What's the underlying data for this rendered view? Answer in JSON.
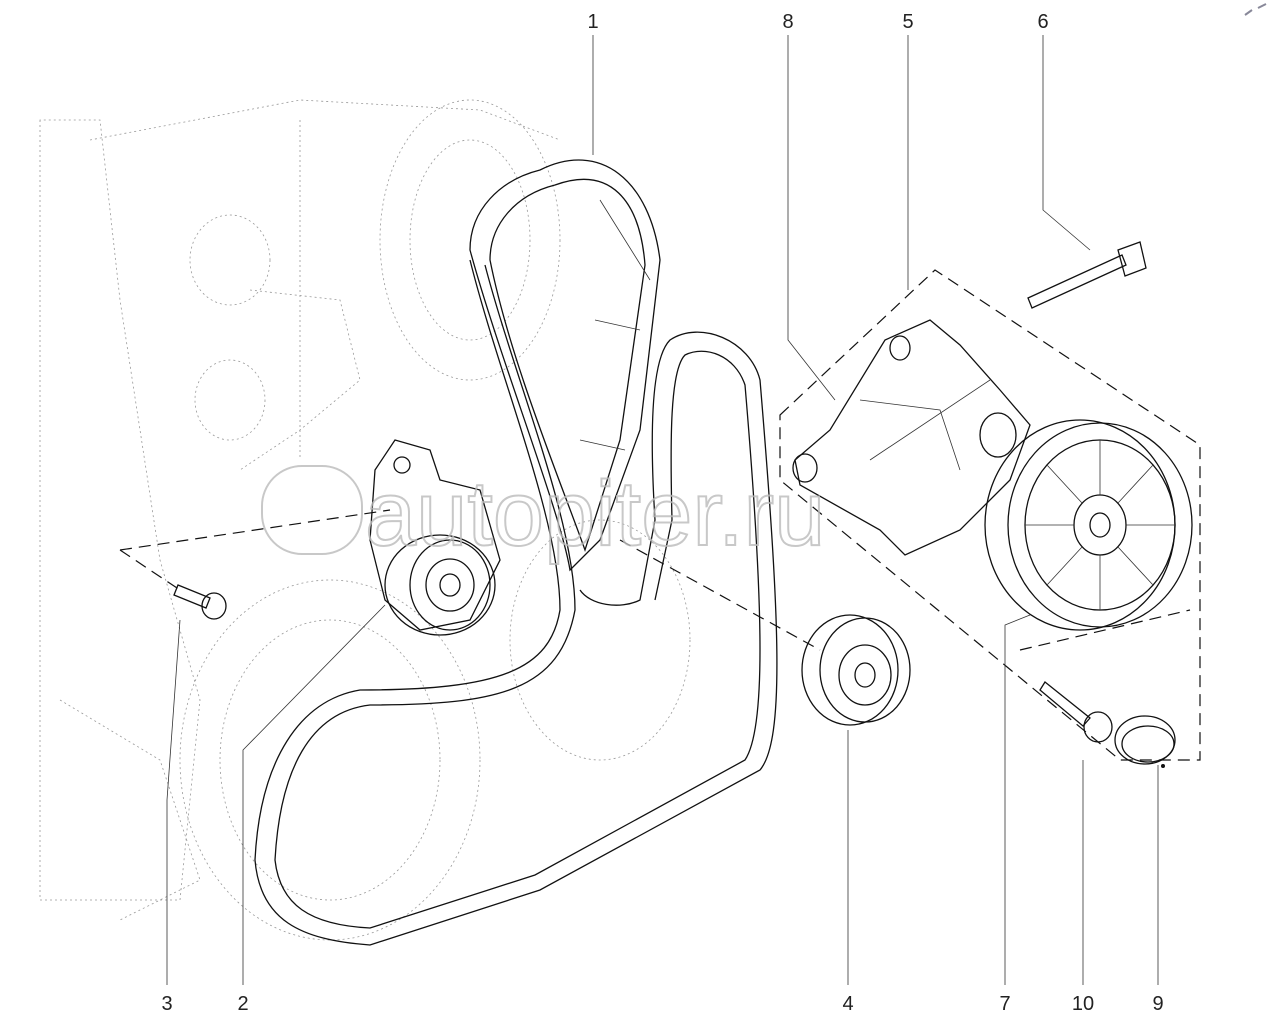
{
  "diagram": {
    "title": "Accessory drive belt assembly",
    "callouts": [
      {
        "id": "1",
        "label": "1"
      },
      {
        "id": "8",
        "label": "8"
      },
      {
        "id": "5",
        "label": "5"
      },
      {
        "id": "6",
        "label": "6"
      },
      {
        "id": "3",
        "label": "3"
      },
      {
        "id": "2",
        "label": "2"
      },
      {
        "id": "4",
        "label": "4"
      },
      {
        "id": "7",
        "label": "7"
      },
      {
        "id": "10",
        "label": "10"
      },
      {
        "id": "9",
        "label": "9"
      }
    ],
    "watermark": "autopiter.ru"
  }
}
